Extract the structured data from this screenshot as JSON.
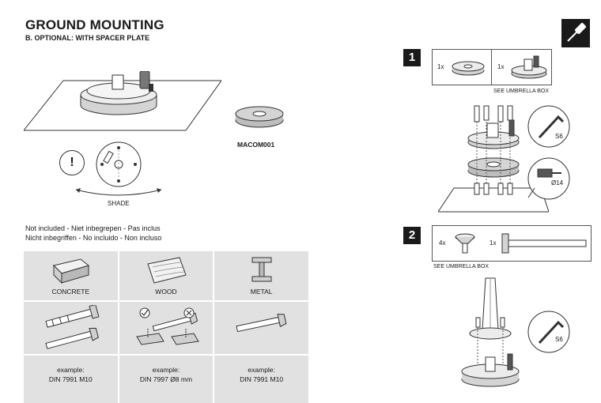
{
  "header": {
    "title": "GROUND MOUNTING",
    "subtitle": "B. OPTIONAL: WITH SPACER PLATE"
  },
  "left_illustration": {
    "shade_label": "SHADE",
    "caution_symbol": "!",
    "part_code": "MACOM001"
  },
  "not_included": {
    "line1": "Not included - Niet inbegrepen - Pas inclus",
    "line2": "Nicht inbegriffen - No incluido - Non incluso"
  },
  "materials": [
    {
      "label": "CONCRETE",
      "example_label": "example:",
      "example_value": "DIN 7991 M10"
    },
    {
      "label": "WOOD",
      "example_label": "example:",
      "example_value": "DIN 7997 Ø8 mm"
    },
    {
      "label": "METAL",
      "example_label": "example:",
      "example_value": "DIN 7991 M10"
    }
  ],
  "steps": [
    {
      "number": "1",
      "parts": [
        {
          "qty": "1x"
        },
        {
          "qty": "1x"
        }
      ],
      "see_box": "SEE UMBRELLA BOX",
      "tools": [
        {
          "label": "S6"
        },
        {
          "label": "Ø14"
        }
      ]
    },
    {
      "number": "2",
      "parts": [
        {
          "qty": "4x"
        },
        {
          "qty": "1x"
        }
      ],
      "see_box": "SEE UMBRELLA BOX",
      "tools": [
        {
          "label": "S6"
        }
      ]
    }
  ],
  "icons": {
    "tool_badge": "screwdriver-icon",
    "caution": "exclamation-icon",
    "check": "check-icon",
    "cross": "cross-icon",
    "allen_key": "allen-key-icon",
    "drill": "drill-icon"
  },
  "colors": {
    "ink": "#1a1a1a",
    "panel": "#e1e1e1",
    "part_fill": "#d4d4d4"
  }
}
